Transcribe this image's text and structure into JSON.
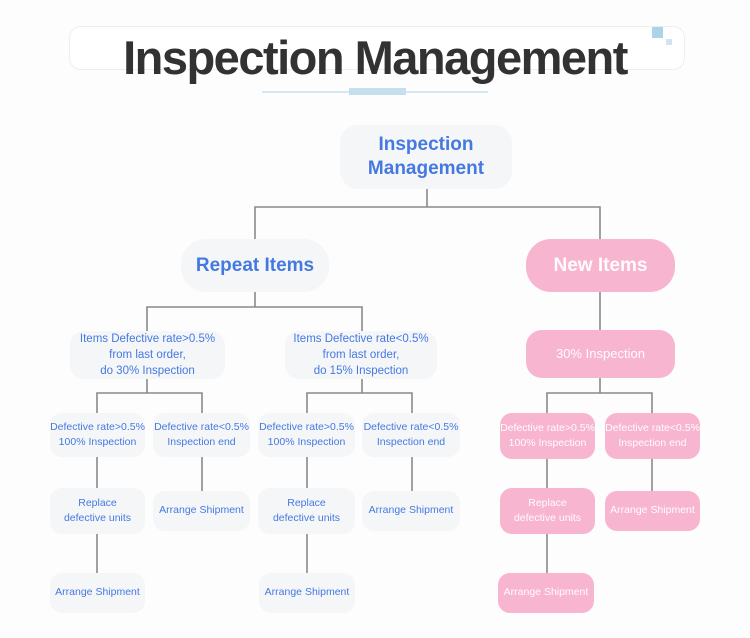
{
  "header": {
    "title": "Inspection Management"
  },
  "tree": {
    "root": {
      "label": "Inspection\nManagement"
    },
    "branches": {
      "repeat": {
        "label": "Repeat Items",
        "children": [
          {
            "label": "Items Defective rate>0.5%\nfrom last order,\ndo 30% Inspection",
            "children": [
              {
                "label": "Defective rate>0.5%\n100% Inspection",
                "children": [
                  {
                    "label": "Replace\ndefective units",
                    "children": [
                      {
                        "label": "Arrange Shipment"
                      }
                    ]
                  }
                ]
              },
              {
                "label": "Defective rate<0.5%\nInspection end",
                "children": [
                  {
                    "label": "Arrange Shipment"
                  }
                ]
              }
            ]
          },
          {
            "label": "Items Defective rate<0.5%\nfrom last order,\ndo 15% Inspection",
            "children": [
              {
                "label": "Defective rate>0.5%\n100% Inspection",
                "children": [
                  {
                    "label": "Replace\ndefective units",
                    "children": [
                      {
                        "label": "Arrange Shipment"
                      }
                    ]
                  }
                ]
              },
              {
                "label": "Defective rate<0.5%\nInspection end",
                "children": [
                  {
                    "label": "Arrange Shipment"
                  }
                ]
              }
            ]
          }
        ]
      },
      "new": {
        "label": "New Items",
        "children": [
          {
            "label": "30% Inspection",
            "children": [
              {
                "label": "Defective rate>0.5%\n100% Inspection",
                "children": [
                  {
                    "label": "Replace\ndefective units",
                    "children": [
                      {
                        "label": "Arrange Shipment"
                      }
                    ]
                  }
                ]
              },
              {
                "label": "Defective rate<0.5%\nInspection end",
                "children": [
                  {
                    "label": "Arrange Shipment"
                  }
                ]
              }
            ]
          }
        ]
      }
    }
  },
  "colors": {
    "accent_blue": "#4579e2",
    "pink": "#f8b5d0",
    "node_gray": "#f5f6f8",
    "connector_gray": "#8a8a8a",
    "title_color": "#323232",
    "underline_blue": "#c5dfee",
    "deco_square_blue": "#abd4e9"
  }
}
